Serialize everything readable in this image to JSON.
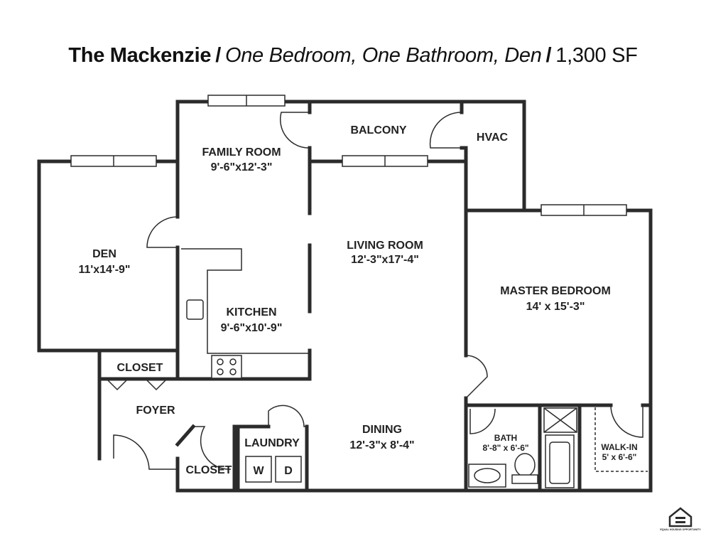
{
  "header": {
    "name": "The Mackenzie",
    "separator": "/",
    "unit_type": "One Bedroom, One Bathroom, Den",
    "area": "1,300 SF"
  },
  "rooms": {
    "balcony": {
      "label": "BALCONY"
    },
    "hvac": {
      "label": "HVAC"
    },
    "family_room": {
      "label": "FAMILY ROOM",
      "size": "9'-6\"x12'-3\""
    },
    "den": {
      "label": "DEN",
      "size": "11'x14'-9\""
    },
    "living_room": {
      "label": "LIVING ROOM",
      "size": "12'-3\"x17'-4\""
    },
    "kitchen": {
      "label": "KITCHEN",
      "size": "9'-6\"x10'-9\""
    },
    "master_bedroom": {
      "label": "MASTER BEDROOM",
      "size": "14' x 15'-3\""
    },
    "closet_top": {
      "label": "CLOSET"
    },
    "foyer": {
      "label": "FOYER"
    },
    "closet_bottom": {
      "label": "CLOSET"
    },
    "laundry": {
      "label": "LAUNDRY",
      "washer": "W",
      "dryer": "D"
    },
    "dining": {
      "label": "DINING",
      "size": "12'-3\"x 8'-4\""
    },
    "bath": {
      "label": "BATH",
      "size": "8'-8\" x 6'-6\""
    },
    "walk_in": {
      "label": "WALK-IN",
      "size": "5' x 6'-6\""
    }
  },
  "logo": {
    "icon": "equal-housing-opportunity-icon",
    "text": "EQUAL HOUSING OPPORTUNITY"
  },
  "colors": {
    "wall": "#2b2b2b",
    "background": "#ffffff"
  }
}
